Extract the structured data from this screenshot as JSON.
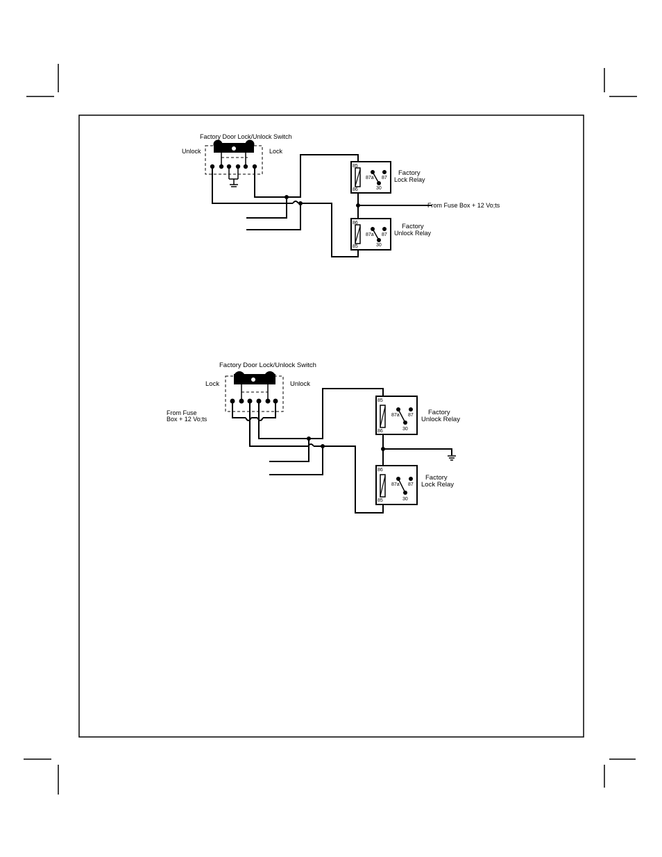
{
  "diagram_top": {
    "switch_title": "Factory Door Lock/Unlock Switch",
    "switch_left_label": "Unlock",
    "switch_right_label": "Lock",
    "relay_upper_line1": "Factory",
    "relay_upper_line2": "Lock Relay",
    "relay_lower_line1": "Factory",
    "relay_lower_line2": "Unlock Relay",
    "power_label": "From Fuse Box + 12 Vo;ts",
    "pins": {
      "p85": "85",
      "p86": "86",
      "p87a": "87a",
      "p87": "87",
      "p30": "30"
    }
  },
  "diagram_bottom": {
    "switch_title": "Factory Door Lock/Unlock Switch",
    "switch_left_label": "Lock",
    "switch_right_label": "Unlock",
    "power_label_line1": "From Fuse",
    "power_label_line2": "Box + 12 Vo;ts",
    "relay_upper_line1": "Factory",
    "relay_upper_line2": "Unlock Relay",
    "relay_lower_line1": "Factory",
    "relay_lower_line2": "Lock Relay",
    "pins": {
      "p85": "85",
      "p86": "86",
      "p87a": "87a",
      "p87": "87",
      "p30": "30"
    }
  },
  "icons": [
    "ground-icon",
    "rocker-switch-icon",
    "relay-coil-icon"
  ]
}
